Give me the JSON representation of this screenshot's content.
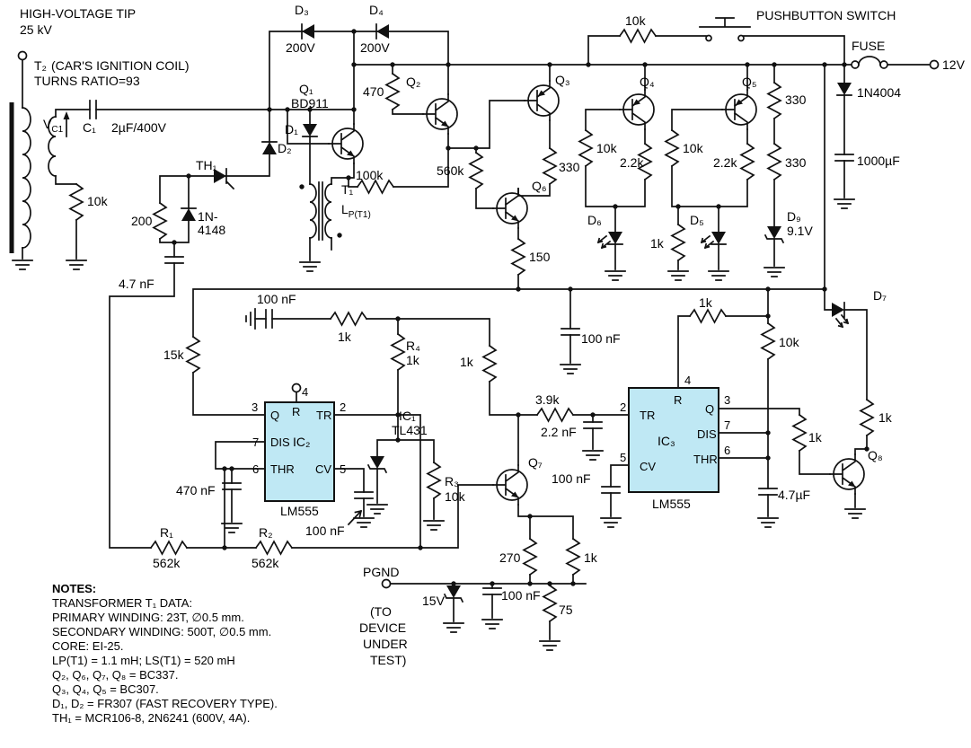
{
  "colors": {
    "ic_fill": "#bfe8f4",
    "wire": "#111111",
    "background": "#ffffff"
  },
  "labels": {
    "hv_tip": "HIGH-VOLTAGE TIP",
    "hv_kv": "25 kV",
    "t2_name": "T₂",
    "t2_desc": "(CAR'S IGNITION COIL)",
    "turns_ratio": "TURNS RATIO=93",
    "vc1_base": "V",
    "vc1_sub": "C1",
    "c1_name": "C₁",
    "c1_value": "2µF/400V",
    "r_10k_hv": "10k",
    "th1": "TH₁",
    "r_200": "200",
    "d_4148_l1": "1N-",
    "d_4148_l2": "4148",
    "c_4n7": "4.7 nF",
    "d1": "D₁",
    "d2": "D₂",
    "d3": "D₃",
    "d3_v": "200V",
    "d4": "D₄",
    "d4_v": "200V",
    "q1": "Q₁",
    "q1_part": "BD911",
    "t1_name": "T₁",
    "lp_base": "L",
    "lp_sub": "P(T1)",
    "r_100k": "100k",
    "r_470": "470",
    "q2": "Q₂",
    "r_560k": "560k",
    "q3": "Q₃",
    "r_330_q3": "330",
    "q6": "Q₆",
    "r_150": "150",
    "r_10k_pb": "10k",
    "pushbutton": "PUSHBUTTON SWITCH",
    "fuse": "FUSE",
    "v12": "12V",
    "q4": "Q₄",
    "q5": "Q₅",
    "r_10k_q4": "10k",
    "r_2k2_q4": "2.2k",
    "r_10k_q5": "10k",
    "r_2k2_q5": "2.2k",
    "r_330_a": "330",
    "r_330_b": "330",
    "d_1n4004": "1N4004",
    "c_1000u": "1000µF",
    "d6": "D₆",
    "d5": "D₅",
    "r_1k_led": "1k",
    "d9": "D₉",
    "d9_v": "9.1V",
    "c_100n_r": "100 nF",
    "r_1k_a": "1k",
    "r4_name": "R₄",
    "r4_value": "1k",
    "r_1k_b": "1k",
    "c_100n_m": "100 nF",
    "r_1k_c": "1k",
    "r_10k_m": "10k",
    "d7": "D₇",
    "r_1k_d7": "1k",
    "r_15k": "15k",
    "c_470n": "470 nF",
    "c_100n_cv": "100 nF",
    "r3_name": "R₃",
    "r3_value": "10k",
    "r1_name": "R₁",
    "r1_value": "562k",
    "r2_name": "R₂",
    "r2_value": "562k",
    "r_3k9": "3.9k",
    "c_2n2": "2.2 nF",
    "q7": "Q₇",
    "c_100n_cv3": "100 nF",
    "r_1k_q8": "1k",
    "c_4u7": "4.7µF",
    "q8": "Q₈",
    "r_270": "270",
    "r_1k_pg": "1k",
    "pgnd": "PGND",
    "z_15v": "15V",
    "c_100n_pg": "100 nF",
    "r_75": "75",
    "tut_1": "(TO",
    "tut_2": "DEVICE",
    "tut_3": "UNDER",
    "tut_4": "TEST)"
  },
  "ic1": {
    "name": "IC₁",
    "part": "TL431"
  },
  "ic2": {
    "name": "IC₂",
    "part": "LM555",
    "pin3": "3",
    "pin4": "4",
    "pin2": "2",
    "pin7": "7",
    "pin6": "6",
    "pin5": "5",
    "q": "Q",
    "r": "R",
    "tr": "TR",
    "dis": "DIS",
    "thr": "THR",
    "cv": "CV"
  },
  "ic3": {
    "name": "IC₃",
    "part": "LM555",
    "pin3": "3",
    "pin4": "4",
    "pin2": "2",
    "pin7": "7",
    "pin6": "6",
    "pin5": "5",
    "q": "Q",
    "r": "R",
    "tr": "TR",
    "dis": "DIS",
    "thr": "THR",
    "cv": "CV"
  },
  "notes": {
    "heading": "NOTES:",
    "lines": [
      "TRANSFORMER T₁ DATA:",
      "PRIMARY WINDING: 23T, ∅0.5 mm.",
      "SECONDARY WINDING: 500T, ∅0.5 mm.",
      "CORE: EI-25.",
      "LP(T1) = 1.1 mH; LS(T1) = 520 mH",
      "Q₂, Q₆, Q₇, Q₈ = BC337.",
      "Q₃, Q₄, Q₅ = BC307.",
      "D₁, D₂ = FR307 (FAST RECOVERY TYPE).",
      "TH₁ = MCR106-8, 2N6241 (600V, 4A)."
    ]
  }
}
